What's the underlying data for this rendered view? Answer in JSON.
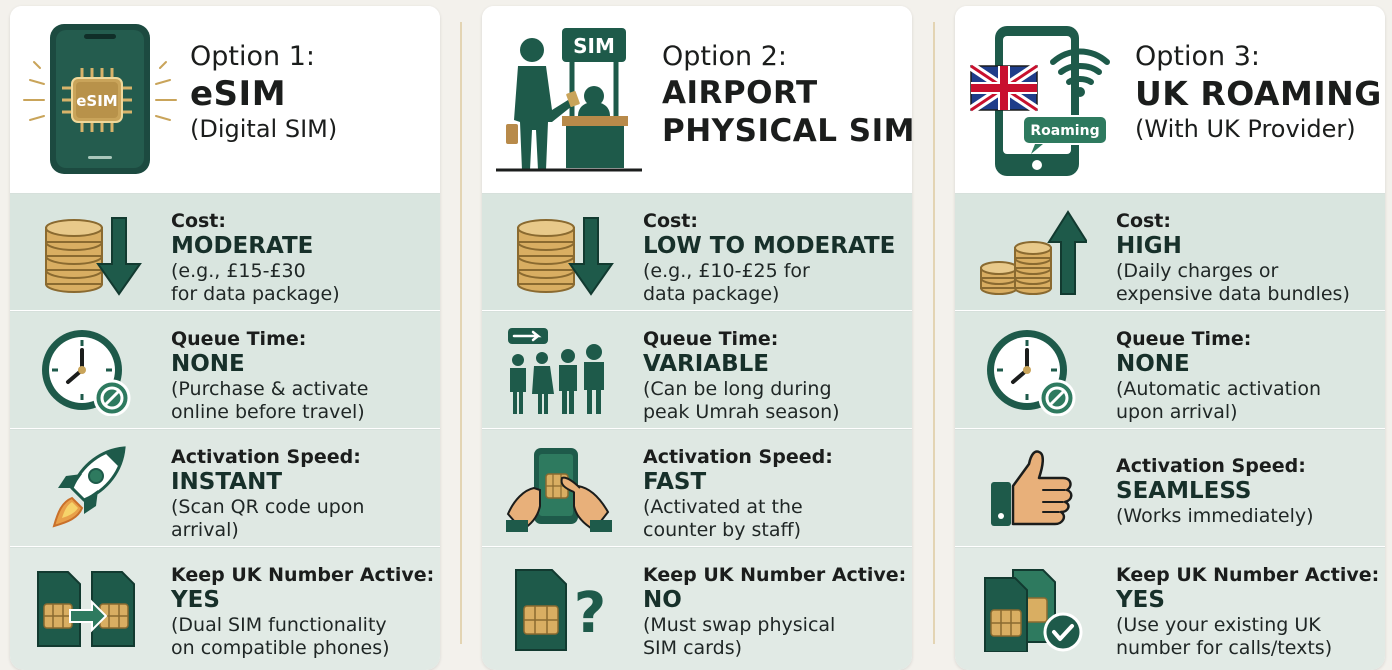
{
  "options": [
    {
      "option": "Option 1:",
      "name_lines": [
        "eSIM"
      ],
      "subtitle": "(Digital SIM)",
      "header_icon": "esim-phone-icon",
      "icon_text": "eSIM",
      "rows": [
        {
          "label": "Cost:",
          "value": "MODERATE",
          "notes": [
            "(e.g., £15-£30",
            "for data package)"
          ],
          "icon": "coins-down-arrow-icon"
        },
        {
          "label": "Queue Time:",
          "value": "NONE",
          "notes": [
            "(Purchase & activate",
            "online before travel)"
          ],
          "icon": "clock-no-wait-icon"
        },
        {
          "label": "Activation Speed:",
          "value": "INSTANT",
          "notes": [
            "(Scan QR code upon",
            "arrival)"
          ],
          "icon": "rocket-icon"
        },
        {
          "label": "Keep UK Number Active:",
          "value": "YES",
          "notes": [
            "(Dual SIM functionality",
            "on compatible phones)"
          ],
          "icon": "dual-sim-icon"
        }
      ]
    },
    {
      "option": "Option 2:",
      "name_lines": [
        "AIRPORT",
        "PHYSICAL SIM"
      ],
      "subtitle": "",
      "header_icon": "airport-sim-counter-icon",
      "icon_text": "SIM",
      "rows": [
        {
          "label": "Cost:",
          "value": "LOW TO MODERATE",
          "notes": [
            "(e.g., £10-£25 for",
            "data package)"
          ],
          "icon": "coins-down-arrow-icon"
        },
        {
          "label": "Queue Time:",
          "value": "VARIABLE",
          "notes": [
            "(Can be long during",
            "peak Umrah season)"
          ],
          "icon": "queue-people-icon"
        },
        {
          "label": "Activation Speed:",
          "value": "FAST",
          "notes": [
            "(Activated at the",
            "counter by staff)"
          ],
          "icon": "hands-inserting-sim-icon"
        },
        {
          "label": "Keep UK Number Active:",
          "value": "NO",
          "notes": [
            "(Must swap physical",
            "SIM cards)"
          ],
          "icon": "sim-question-icon"
        }
      ]
    },
    {
      "option": "Option 3:",
      "name_lines": [
        "UK ROAMING"
      ],
      "subtitle": "(With UK Provider)",
      "header_icon": "roaming-phone-icon",
      "icon_text": "Roaming",
      "rows": [
        {
          "label": "Cost:",
          "value": "HIGH",
          "notes": [
            "(Daily charges or",
            "expensive data bundles)"
          ],
          "icon": "coins-up-arrow-icon"
        },
        {
          "label": "Queue Time:",
          "value": "NONE",
          "notes": [
            "(Automatic activation",
            "upon arrival)"
          ],
          "icon": "clock-no-wait-icon"
        },
        {
          "label": "Activation Speed:",
          "value": "SEAMLESS",
          "notes": [
            "(Works immediately)"
          ],
          "icon": "thumbs-up-icon"
        },
        {
          "label": "Keep UK Number Active:",
          "value": "YES",
          "notes": [
            "(Use your existing UK",
            "number for calls/texts)"
          ],
          "icon": "sim-check-icon"
        }
      ]
    }
  ],
  "colors": {
    "green_dark": "#1e5a4a",
    "green_mid": "#2e7a5f",
    "gold": "#c9a45a",
    "gold_light": "#e8c98a",
    "navy": "#1f3d5a"
  }
}
